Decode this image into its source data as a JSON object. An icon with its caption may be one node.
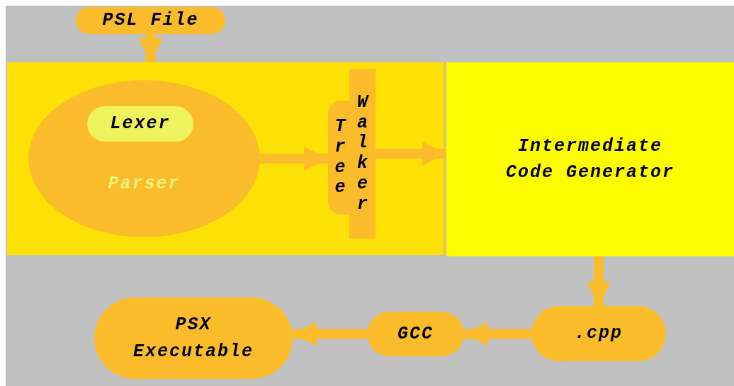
{
  "diagram": {
    "nodes": [
      {
        "text": [
          "PSL File"
        ]
      },
      {
        "text": [],
        "shape": "box"
      },
      {
        "text": [
          "Parser"
        ],
        "in": 1
      },
      {
        "text": [
          "Lexer"
        ],
        "in": 2
      },
      {
        "text": [
          "Tree",
          "Walker"
        ],
        "in": 1
      },
      {
        "text": [
          "Intermediate Code Generator"
        ]
      },
      {
        "text": [
          ".cpp"
        ]
      },
      {
        "text": [
          "GCC"
        ]
      },
      {
        "text": [
          "PSX Executable"
        ]
      }
    ],
    "edges": [
      {
        "from": 0,
        "to": 1,
        "arrow": "to"
      },
      {
        "from": 2,
        "to": 4,
        "arrow": "to"
      },
      {
        "from": 4,
        "to": 5,
        "arrow": "to"
      },
      {
        "from": 5,
        "to": 6,
        "arrow": "to"
      },
      {
        "from": 6,
        "to": 7,
        "arrow": "to"
      },
      {
        "from": 7,
        "to": 8,
        "arrow": "to"
      }
    ]
  }
}
